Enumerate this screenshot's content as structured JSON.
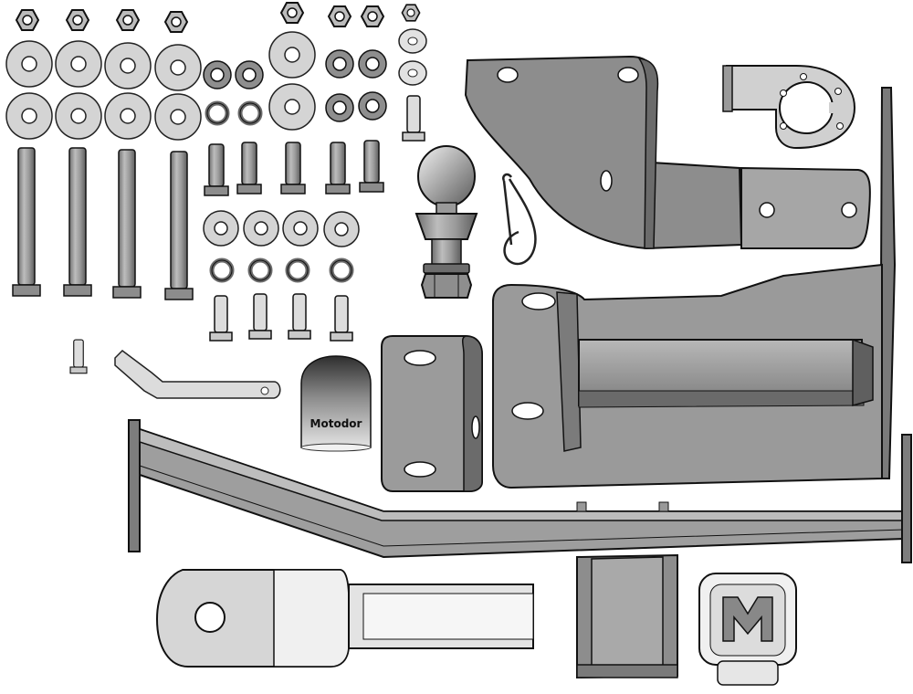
{
  "figure": {
    "subject": "tow-hitch-kit-exploded-view",
    "cap_label": "Motodor",
    "cover_logo": "M",
    "colors": {
      "metal_dark": "#8a8a8a",
      "metal_mid": "#a9a9a9",
      "metal_light": "#cfcfcf",
      "washer": "#d4d4d4",
      "outline": "#1a1a1a",
      "background": "#ffffff"
    }
  }
}
